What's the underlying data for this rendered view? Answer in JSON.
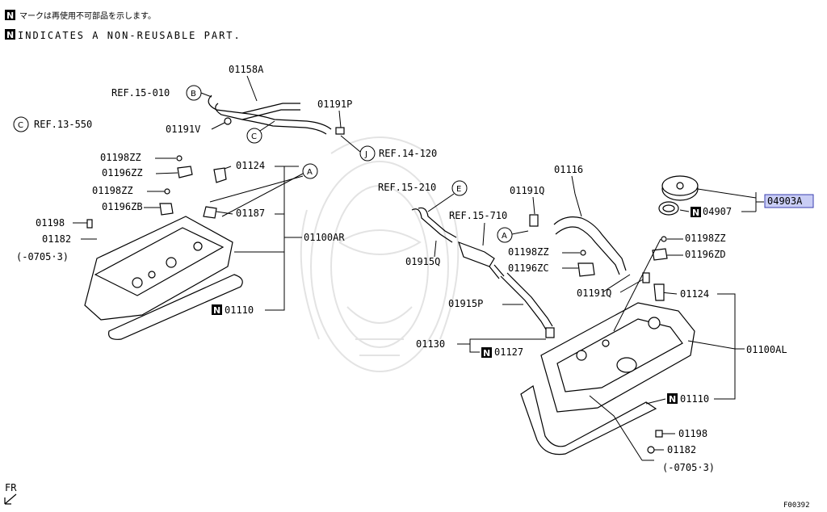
{
  "header": {
    "note_jp": "マークは再使用不可部品を示します。",
    "note_en": "INDICATES A NON-REUSABLE PART.",
    "n_mark": "N"
  },
  "ref_circles": {
    "A": "A",
    "B": "B",
    "C": "C",
    "E": "E",
    "J": "J"
  },
  "left": {
    "p01158A": "01158A",
    "ref15_010": "REF.15-010",
    "p01191V": "01191V",
    "p01191P": "01191P",
    "ref14_120": "REF.14-120",
    "ref13_550": "REF.13-550",
    "p01198ZZ_a": "01198ZZ",
    "p01196ZZ": "01196ZZ",
    "p01198ZZ_b": "01198ZZ",
    "p01196ZB": "01196ZB",
    "p01198": "01198",
    "p01182": "01182",
    "note_0705": "(-0705·3)",
    "p01124": "01124",
    "p01187": "01187",
    "p01100AR": "01100AR",
    "p01110": "01110"
  },
  "right": {
    "p01116": "01116",
    "p01191Q_a": "01191Q",
    "ref15_210": "REF.15-210",
    "ref15_710": "REF.15-710",
    "p01915Q": "01915Q",
    "p01198ZZ_c": "01198ZZ",
    "p01196ZC": "01196ZC",
    "p01191Q_b": "01191Q",
    "p01915P": "01915P",
    "p01130": "01130",
    "p01127": "01127",
    "p04907": "04907",
    "p04903A": "04903A",
    "p01198ZZ_d": "01198ZZ",
    "p01196ZD": "01196ZD",
    "p01124": "01124",
    "p01100AL": "01100AL",
    "p01110": "01110",
    "p01198": "01198",
    "p01182": "01182",
    "note_0705": "(-0705·3)"
  },
  "footer": {
    "fr_label": "FR",
    "figure_code": "F00392"
  },
  "colors": {
    "highlight_fill": "#c9cdf5",
    "highlight_stroke": "#3a3fb0",
    "watermark": "#e3e3e3"
  }
}
